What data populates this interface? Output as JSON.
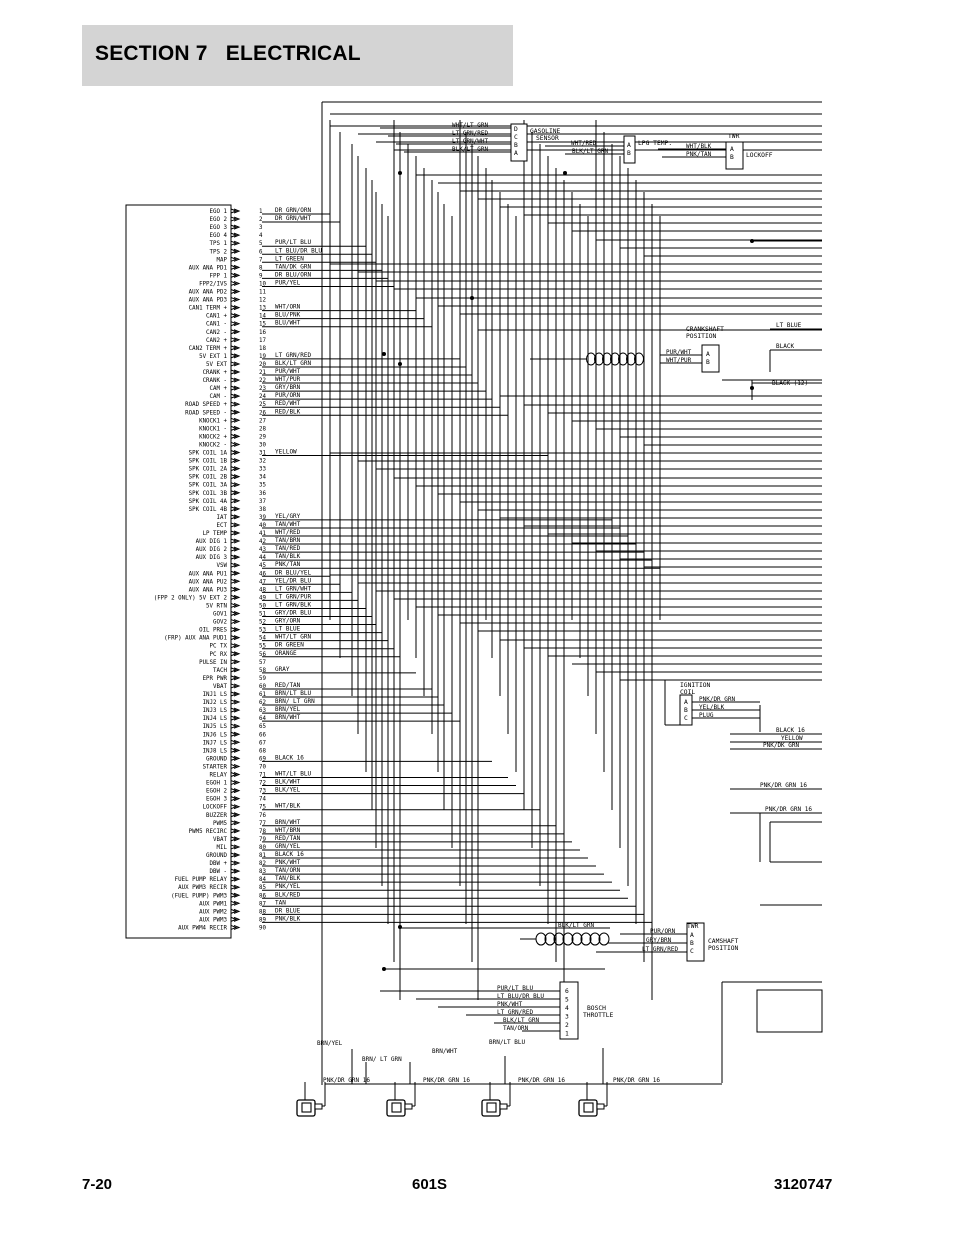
{
  "header": {
    "section": "SECTION 7",
    "title": "ELECTRICAL"
  },
  "footer": {
    "page": "7-20",
    "model": "601S",
    "doc_number": "3120747"
  },
  "ecm_pins": [
    {
      "pin": "1",
      "name": "EGO 1",
      "wire": "DR GRN/ORN"
    },
    {
      "pin": "2",
      "name": "EGO 2",
      "wire": "DR GRN/WHT"
    },
    {
      "pin": "3",
      "name": "EGO 3",
      "wire": ""
    },
    {
      "pin": "4",
      "name": "EGO 4",
      "wire": ""
    },
    {
      "pin": "5",
      "name": "TPS 1",
      "wire": "PUR/LT BLU"
    },
    {
      "pin": "6",
      "name": "TPS 2",
      "wire": "LT BLU/DR BLU"
    },
    {
      "pin": "7",
      "name": "MAP",
      "wire": "LT GREEN"
    },
    {
      "pin": "8",
      "name": "AUX ANA PD1",
      "wire": "TAN/DK GRN"
    },
    {
      "pin": "9",
      "name": "FPP 1",
      "wire": "DR BLU/ORN"
    },
    {
      "pin": "10",
      "name": "FPP2/IVS",
      "wire": "PUR/YEL"
    },
    {
      "pin": "11",
      "name": "AUX ANA PD2",
      "wire": ""
    },
    {
      "pin": "12",
      "name": "AUX ANA PD3",
      "wire": ""
    },
    {
      "pin": "13",
      "name": "CAN1 TERM +",
      "wire": "WHT/ORN"
    },
    {
      "pin": "14",
      "name": "CAN1 +",
      "wire": "BLU/PNK"
    },
    {
      "pin": "15",
      "name": "CAN1 -",
      "wire": "BLU/WHT"
    },
    {
      "pin": "16",
      "name": "CAN2 -",
      "wire": ""
    },
    {
      "pin": "17",
      "name": "CAN2 +",
      "wire": ""
    },
    {
      "pin": "18",
      "name": "CAN2 TERM +",
      "wire": ""
    },
    {
      "pin": "19",
      "name": "5V EXT 1",
      "wire": "LT GRN/RED"
    },
    {
      "pin": "20",
      "name": "5V EXT",
      "wire": "BLK/LT GRN"
    },
    {
      "pin": "21",
      "name": "CRANK +",
      "wire": "PUR/WHT"
    },
    {
      "pin": "22",
      "name": "CRANK -",
      "wire": "WHT/PUR"
    },
    {
      "pin": "23",
      "name": "CAM +",
      "wire": "GRY/BRN"
    },
    {
      "pin": "24",
      "name": "CAM -",
      "wire": "PUR/ORN"
    },
    {
      "pin": "25",
      "name": "ROAD SPEED +",
      "wire": "RED/WHT"
    },
    {
      "pin": "26",
      "name": "ROAD SPEED -",
      "wire": "RED/BLK"
    },
    {
      "pin": "27",
      "name": "KNOCK1 +",
      "wire": ""
    },
    {
      "pin": "28",
      "name": "KNOCK1 -",
      "wire": ""
    },
    {
      "pin": "29",
      "name": "KNOCK2 +",
      "wire": ""
    },
    {
      "pin": "30",
      "name": "KNOCK2 -",
      "wire": ""
    },
    {
      "pin": "31",
      "name": "SPK COIL 1A",
      "wire": "YELLOW"
    },
    {
      "pin": "32",
      "name": "SPK COIL 1B",
      "wire": ""
    },
    {
      "pin": "33",
      "name": "SPK COIL 2A",
      "wire": ""
    },
    {
      "pin": "34",
      "name": "SPK COIL 2B",
      "wire": ""
    },
    {
      "pin": "35",
      "name": "SPK COIL 3A",
      "wire": ""
    },
    {
      "pin": "36",
      "name": "SPK COIL 3B",
      "wire": ""
    },
    {
      "pin": "37",
      "name": "SPK COIL 4A",
      "wire": ""
    },
    {
      "pin": "38",
      "name": "SPK COIL 4B",
      "wire": ""
    },
    {
      "pin": "39",
      "name": "IAT",
      "wire": "YEL/GRY"
    },
    {
      "pin": "40",
      "name": "ECT",
      "wire": "TAN/WHT"
    },
    {
      "pin": "41",
      "name": "LP TEMP",
      "wire": "WHT/RED"
    },
    {
      "pin": "42",
      "name": "AUX DIG 1",
      "wire": "TAN/BRN"
    },
    {
      "pin": "43",
      "name": "AUX DIG 2",
      "wire": "TAN/RED"
    },
    {
      "pin": "44",
      "name": "AUX DIG 3",
      "wire": "TAN/BLK"
    },
    {
      "pin": "45",
      "name": "VSW",
      "wire": "PNK/TAN"
    },
    {
      "pin": "46",
      "name": "AUX ANA PU1",
      "wire": "DR BLU/YEL"
    },
    {
      "pin": "47",
      "name": "AUX ANA PU2",
      "wire": "YEL/DR BLU"
    },
    {
      "pin": "48",
      "name": "AUX ANA PU3",
      "wire": "LT GRN/WHT"
    },
    {
      "pin": "49",
      "name": "(FPP 2 ONLY) 5V EXT 2",
      "wire": "LT GRN/PUR"
    },
    {
      "pin": "50",
      "name": "5V RTN",
      "wire": "LT GRN/BLK"
    },
    {
      "pin": "51",
      "name": "GOV1",
      "wire": "GRY/DR BLU"
    },
    {
      "pin": "52",
      "name": "GOV2",
      "wire": "GRY/ORN"
    },
    {
      "pin": "53",
      "name": "OIL PRES",
      "wire": "LT BLUE"
    },
    {
      "pin": "54",
      "name": "(FRP) AUX ANA PUD1",
      "wire": "WHT/LT GRN"
    },
    {
      "pin": "55",
      "name": "PC TX",
      "wire": "DR GREEN"
    },
    {
      "pin": "56",
      "name": "PC RX",
      "wire": "ORANGE"
    },
    {
      "pin": "57",
      "name": "PULSE IN",
      "wire": ""
    },
    {
      "pin": "58",
      "name": "TACH",
      "wire": "GRAY"
    },
    {
      "pin": "59",
      "name": "EPR PWR",
      "wire": ""
    },
    {
      "pin": "60",
      "name": "VBAT",
      "wire": "RED/TAN"
    },
    {
      "pin": "61",
      "name": "INJ1 LS",
      "wire": "BRN/LT BLU"
    },
    {
      "pin": "62",
      "name": "INJ2 LS",
      "wire": "BRN/ LT GRN"
    },
    {
      "pin": "63",
      "name": "INJ3 LS",
      "wire": "BRN/YEL"
    },
    {
      "pin": "64",
      "name": "INJ4 LS",
      "wire": "BRN/WHT"
    },
    {
      "pin": "65",
      "name": "INJ5 LS",
      "wire": ""
    },
    {
      "pin": "66",
      "name": "INJ6 LS",
      "wire": ""
    },
    {
      "pin": "67",
      "name": "INJ7 LS",
      "wire": ""
    },
    {
      "pin": "68",
      "name": "INJ8 LS",
      "wire": ""
    },
    {
      "pin": "69",
      "name": "GROUND",
      "wire": "BLACK 16"
    },
    {
      "pin": "70",
      "name": "STARTER",
      "wire": ""
    },
    {
      "pin": "71",
      "name": "RELAY",
      "wire": "WHT/LT BLU"
    },
    {
      "pin": "72",
      "name": "EGOH 1",
      "wire": "BLK/WHT"
    },
    {
      "pin": "73",
      "name": "EGOH 2",
      "wire": "BLK/YEL"
    },
    {
      "pin": "74",
      "name": "EGOH 3",
      "wire": ""
    },
    {
      "pin": "75",
      "name": "LOCKOFF",
      "wire": "WHT/BLK"
    },
    {
      "pin": "76",
      "name": "BUZZER",
      "wire": ""
    },
    {
      "pin": "77",
      "name": "PWM5",
      "wire": "BRN/WHT"
    },
    {
      "pin": "78",
      "name": "PWM5 RECIRC",
      "wire": "WHT/BRN"
    },
    {
      "pin": "79",
      "name": "VBAT",
      "wire": "RED/TAN"
    },
    {
      "pin": "80",
      "name": "MIL",
      "wire": "GRN/YEL"
    },
    {
      "pin": "81",
      "name": "GROUND",
      "wire": "BLACK 16"
    },
    {
      "pin": "82",
      "name": "DBW +",
      "wire": "PNK/WHT"
    },
    {
      "pin": "83",
      "name": "DBW -",
      "wire": "TAN/ORN"
    },
    {
      "pin": "84",
      "name": "FUEL PUMP RELAY",
      "wire": "TAN/BLK"
    },
    {
      "pin": "85",
      "name": "AUX PWM3 RECIR",
      "wire": "PNK/YEL"
    },
    {
      "pin": "86",
      "name": "(FUEL PUMP) PWM3",
      "wire": "BLK/RED"
    },
    {
      "pin": "87",
      "name": "AUX PWM1",
      "wire": "TAN"
    },
    {
      "pin": "88",
      "name": "AUX PWM2",
      "wire": "DR BLUE"
    },
    {
      "pin": "89",
      "name": "AUX PWM3",
      "wire": "PNK/BLK"
    },
    {
      "pin": "90",
      "name": "AUX PWM4 RECIR",
      "wire": ""
    }
  ],
  "gasoline_sensor": {
    "label": [
      "GASOLINE",
      "SENSOR"
    ],
    "pins": [
      "D",
      "C",
      "B",
      "A"
    ],
    "wires": [
      "WHT/LT GRN",
      "LT GRN/RED",
      "LT GRN/WHT",
      "BLK/LT GRN"
    ]
  },
  "lpg_temp": {
    "label": "LPG TEMP.",
    "pins": [
      "A",
      "B"
    ],
    "wires": [
      "WHT/RED",
      "BLK/LT GRN"
    ]
  },
  "lockoff": {
    "header": "TWR",
    "label": "LOCKOFF",
    "pins": [
      "A",
      "B"
    ],
    "wires": [
      "WHT/BLK",
      "PNK/TAN"
    ]
  },
  "crankshaft": {
    "label": [
      "CRANKSHAFT",
      "POSITION"
    ],
    "pins": [
      "A",
      "B"
    ],
    "wires": [
      "PUR/WHT",
      "WHT/PUR"
    ],
    "right_wires": [
      "LT BLUE",
      "BLACK",
      "BLACK (12)"
    ]
  },
  "ignition_coil": {
    "label": [
      "IGNITION",
      "COIL"
    ],
    "pins": [
      "A",
      "B",
      "C"
    ],
    "wires": [
      "PNK/DR GRN",
      "YEL/BLK",
      "PLUG"
    ],
    "right_wires": [
      "BLACK 16",
      "YELLOW",
      "PNK/DK GRN",
      "PNK/DR GRN 16",
      "PNK/DR GRN 16"
    ]
  },
  "camshaft": {
    "header": "TWR",
    "label": [
      "CAMSHAFT",
      "POSITION"
    ],
    "pins": [
      "A",
      "B",
      "C"
    ],
    "wires": [
      "PUR/ORN",
      "GRY/BRN",
      "LT GRN/RED"
    ],
    "left_wire": "BLK/LT GRN"
  },
  "throttle": {
    "label": [
      "BOSCH",
      "THROTTLE"
    ],
    "pins": [
      "6",
      "5",
      "4",
      "3",
      "2",
      "1"
    ],
    "wires": [
      "PUR/LT BLU",
      "LT BLU/DR BLU",
      "PNK/WHT",
      "LT GRN/RED",
      "BLK/LT GRN",
      "TAN/ORN"
    ]
  },
  "injectors": {
    "feed_wires": [
      "BRN/YEL",
      "BRN/ LT GRN",
      "BRN/WHT",
      "BRN/LT BLU"
    ],
    "power_wires": [
      "PNK/DR GRN 16",
      "PNK/DR GRN 16",
      "PNK/DR GRN 16",
      "PNK/DR GRN 16"
    ]
  }
}
